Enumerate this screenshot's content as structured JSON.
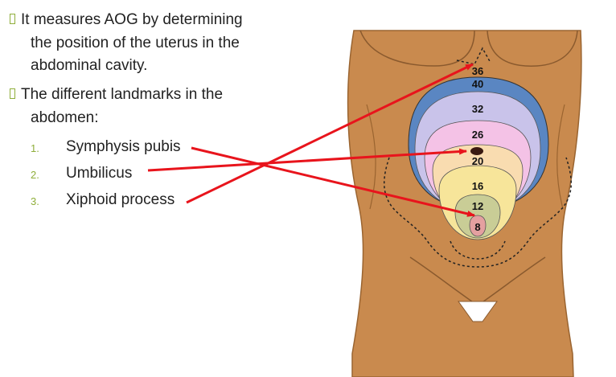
{
  "bullets": [
    {
      "lines": [
        "It measures AOG by determining",
        "the position of the uterus in the",
        "abdominal cavity."
      ]
    },
    {
      "lines": [
        "The different landmarks in the",
        "abdomen:"
      ]
    }
  ],
  "landmarks": [
    {
      "num": "1.",
      "label": "Symphysis pubis"
    },
    {
      "num": "2.",
      "label": "Umbilicus"
    },
    {
      "num": "3.",
      "label": "Xiphoid process"
    }
  ],
  "fundal_heights": [
    "36",
    "40",
    "32",
    "26",
    "20",
    "16",
    "12",
    "8"
  ],
  "colors": {
    "bullet_accent": "#8fae3a",
    "arrow": "#e8141c",
    "skin": "#c98a4e"
  }
}
